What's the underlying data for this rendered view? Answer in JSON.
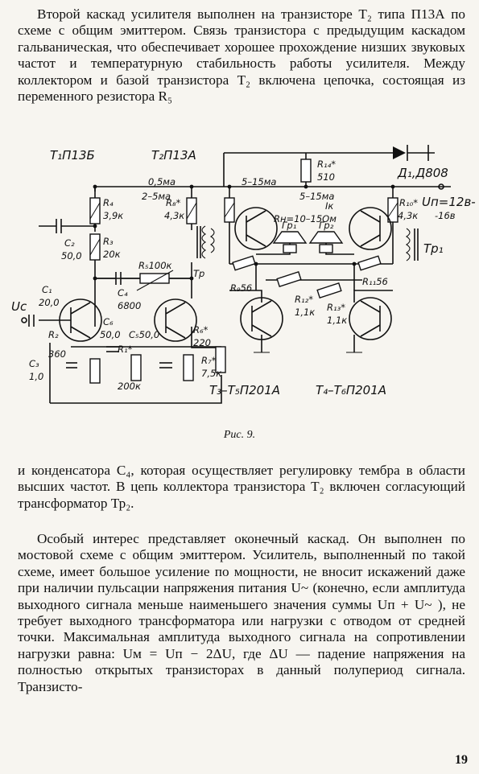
{
  "text": {
    "p1": "Второй каскад усилителя выполнен на транзисторе T₂ типа П13А по схеме с общим эмиттером. Связь транзистора с предыдущим каскадом гальваническая, что обеспечивает хорошее прохождение низших звуковых частот и температурную стабильность работы усилителя. Между коллектором и базой транзистора T₂ включена цепочка, состоящая из переменного резистора R₅",
    "p2": "и конденсатора C₄, которая осуществляет регулировку тембра в области высших частот. В цепь коллектора транзистора T₂ включен согласующий трансформатор Тр₂.",
    "p3": "Особый интерес представляет оконечный каскад. Он выполнен по мостовой схеме с общим эмиттером. Усилитель, выполненный по такой схеме, имеет большое усиление по мощности, не вносит искажений даже при наличии пульсации напряжения питания U~ (конечно, если амплитуда выходного сигнала меньше наименьшего значения суммы Uп + U~ ), не требует выходного трансформатора или нагрузки с отводом от средней точки. Максимальная амплитуда выходного сигнала на сопротивлении нагрузки равна: Uм = Uп − 2ΔU, где ΔU — падение напряжения на полностью открытых транзисторах в данный полупериод сигнала. Транзисто-"
  },
  "figure": {
    "caption": "Рис. 9.",
    "labels": {
      "t1": "T₁П13Б",
      "t2": "T₂П13А",
      "r4": "R₄",
      "r4v": "3,9к",
      "r3": "R₃",
      "r3v": "20к",
      "c2": "C₂",
      "c2v": "50,0",
      "c1": "C₁",
      "c1v": "20,0",
      "uc": "Uc",
      "r2": "R₂",
      "r2v": "360",
      "c3": "C₃",
      "c3v": "1,0",
      "r1": "R₁*",
      "r1v": "200к",
      "c6": "C₆",
      "c6v": "50,0",
      "c4": "C₄",
      "c4v": "6800",
      "r5": "R₅100к",
      "c5": "C₅50,0",
      "r6": "R₆*",
      "r6v": "220",
      "r7": "R₇*",
      "r7v": "7,5к",
      "r8": "R₈*",
      "r8v": "4,3к",
      "tr": "Тр",
      "cur1": "0,5ма",
      "cur2": "2–5ма",
      "cur3": "5–15ма",
      "cur4": "5–15ма",
      "r14": "R₁₄*",
      "r14v": "510",
      "d1": "Д₁,Д808",
      "ik": "Iк",
      "rn": "Rн=10–15Ом",
      "gr1": "Гр₁",
      "gr2": "Гр₂",
      "r9": "R₉56",
      "r12": "R₁₂*",
      "r12v": "1,1к",
      "r13": "R₁₃*",
      "r13v": "1,1к",
      "r11": "R₁₁56",
      "r10": "R₁₀*",
      "r10v": "4,3к",
      "up": "Uп=12в-",
      "upv": "-16в",
      "tr1": "Тр₁",
      "t35": "T₃–T₅П201А",
      "t46": "T₄–T₆П201А"
    }
  },
  "page_number": "19"
}
